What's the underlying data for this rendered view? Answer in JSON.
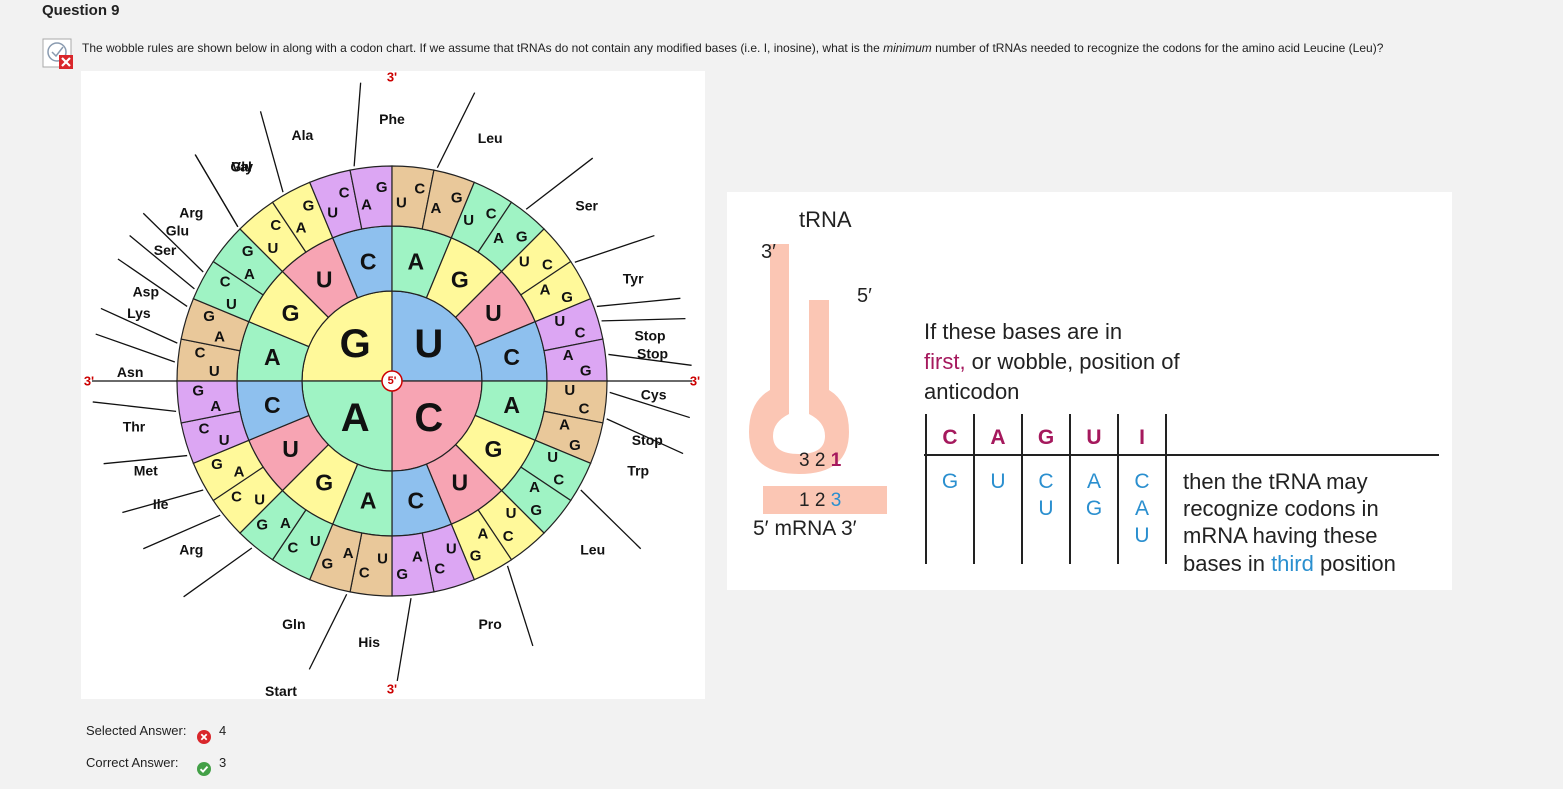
{
  "question": {
    "title": "Question 9",
    "text_before": "The wobble rules are shown below in along with a codon chart.  If we assume that tRNAs do not contain any modified bases (i.e. I, inosine), what is the ",
    "text_emph": "minimum",
    "text_after": " number of tRNAs needed to recognize the codons for the amino acid Leucine (Leu)?"
  },
  "codon_wheel": {
    "label_3prime": "3'",
    "center_5prime": "5'",
    "start_label": "Start",
    "first_base": [
      "G",
      "U",
      "C",
      "A"
    ],
    "second_base": [
      "A",
      "G",
      "U",
      "C",
      "A",
      "G",
      "U",
      "C",
      "A",
      "G",
      "U",
      "C",
      "A",
      "G",
      "U",
      "C"
    ],
    "third_base_pairs": [
      "UC",
      "AG",
      "UC",
      "AG",
      "UC",
      "AG",
      "UC",
      "AG",
      "UC",
      "AG",
      "UC",
      "AG",
      "UC",
      "AG",
      "UC",
      "AG",
      "UC",
      "AG",
      "UC",
      "AG",
      "UC",
      "AG",
      "UC",
      "AG",
      "UC",
      "AG",
      "UC",
      "AG",
      "UC",
      "AG",
      "UC",
      "AG"
    ],
    "amino_acids": [
      "Asp",
      "Glu",
      "Gly",
      "Phe",
      "Leu",
      "Ser",
      "Tyr",
      "Stop",
      "Stop",
      "Cys",
      "Stop",
      "Trp",
      "Leu",
      "Pro",
      "His",
      "Gln",
      "Arg",
      "Ile",
      "Met",
      "Thr",
      "Asn",
      "Lys",
      "Ser",
      "Arg",
      "Val",
      "Ala"
    ]
  },
  "wobble": {
    "trna_label": "tRNA",
    "end_3": "3′",
    "end_5": "5′",
    "anticodon_positions": "3 2 1",
    "codon_positions": "1 2 3",
    "mrna_label": "5′ mRNA 3′",
    "intro_line1": "If these bases are in",
    "intro_first": "first,",
    "intro_line2_rest": " or wobble, position of",
    "intro_line3": "anticodon",
    "first_bases": [
      "C",
      "A",
      "G",
      "U",
      "I"
    ],
    "third_bases": [
      [
        "G"
      ],
      [
        "U"
      ],
      [
        "C",
        "U"
      ],
      [
        "A",
        "G"
      ],
      [
        "C",
        "A",
        "U"
      ]
    ],
    "result_line1": "then the tRNA may",
    "result_line2": "recognize codons in",
    "result_line3": "mRNA having these",
    "result_line4_a": "bases in ",
    "result_line4_third": "third",
    "result_line4_b": " position",
    "colors": {
      "magenta": "#a5195d",
      "blue": "#2a8fcf",
      "pink_stem": "#fbc6b4"
    }
  },
  "answers": {
    "selected_label": "Selected Answer:",
    "selected_value": "4",
    "correct_label": "Correct Answer:",
    "correct_value": "3"
  }
}
